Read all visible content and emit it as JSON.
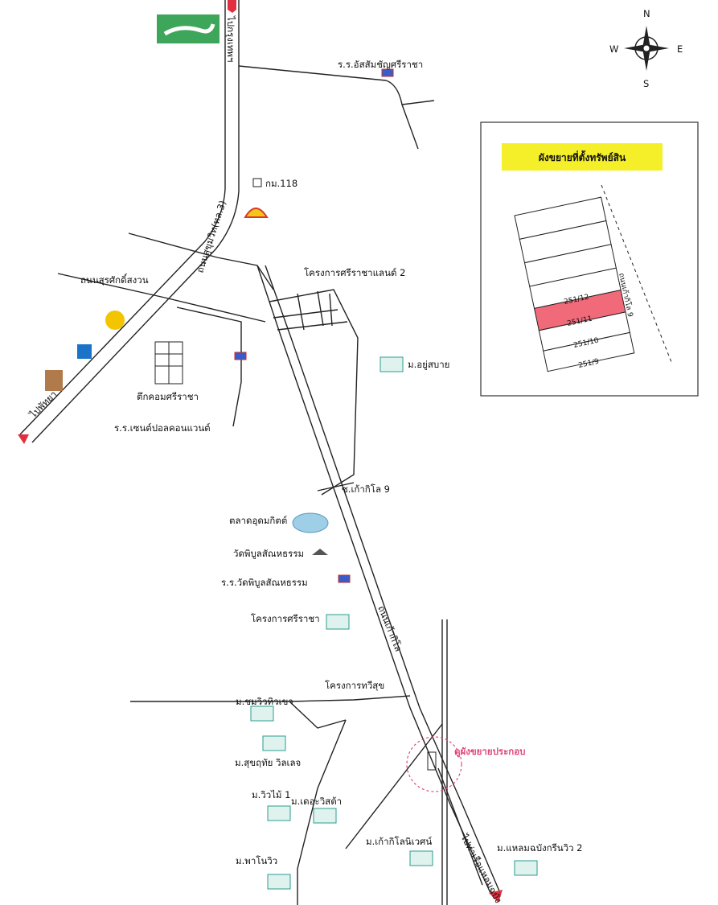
{
  "compass": {
    "n": "N",
    "s": "S",
    "e": "E",
    "w": "W"
  },
  "inset": {
    "title": "ผังขยายที่ตั้งทรัพย์สิน",
    "road_label": "ถนนเก้ากิโล 9",
    "plots": [
      "251/12",
      "251/11",
      "251/10",
      "251/9"
    ],
    "highlight_plot": "251/11",
    "highlight_color": "#f06a7a",
    "title_bg": "#f5ef2a"
  },
  "labels": {
    "to_bangkok": "ไปกรุงเทพฯ",
    "to_pattaya": "ไปพัทยา",
    "to_laem_chabang": "ไปท่าเรือแหลมฉบัง",
    "sukhumvit": "ถนนสุขุมวิท(ทล.3)",
    "surasak": "ถนนสุรศักดิ์สงวน",
    "kao_kilo_rd": "ถนนเก้ากิโล",
    "soi_9": "ซ.เก้ากิโล 9",
    "km_118": "กม.118",
    "school_assumption": "ร.ร.อัสสัมชัญศรีราชา",
    "sriracha_land": "โครงการศรีราชาแลนด์ 2",
    "u_sabai": "ม.อยู่สบาย",
    "tuk_com": "ตึกคอมศรีราชา",
    "school_st_paul": "ร.ร.เซนต์ปอลคอนแวนต์",
    "market": "ตลาดอุดมกิตต์",
    "wat": "วัดพิบูลสัณหธรรม",
    "wat_school": "ร.ร.วัดพิบูลสัณหธรรม",
    "sriracha_project": "โครงการศรีราชา",
    "thawisuk": "โครงการทวีสุข",
    "chom_view": "ม.ชมวิวทิวเขา",
    "suk_village": "ม.สุขฤทัย วิลเลจ",
    "view_mai": "ม.วิวไม้ 1",
    "the_vista": "ม.เดอะวิสต้า",
    "kao_kilo_view": "ม.เก้ากิโลนิเวศน์",
    "laem_chabang_green": "ม.แหลมฉบังกรีนวิว 2",
    "pano_view": "ม.พาโนวิว",
    "see_plan": "ดูผังขยายประกอบ"
  },
  "colors": {
    "marker": "#e0447a",
    "arrow": "#e03040",
    "house": "#2a9d8f"
  }
}
